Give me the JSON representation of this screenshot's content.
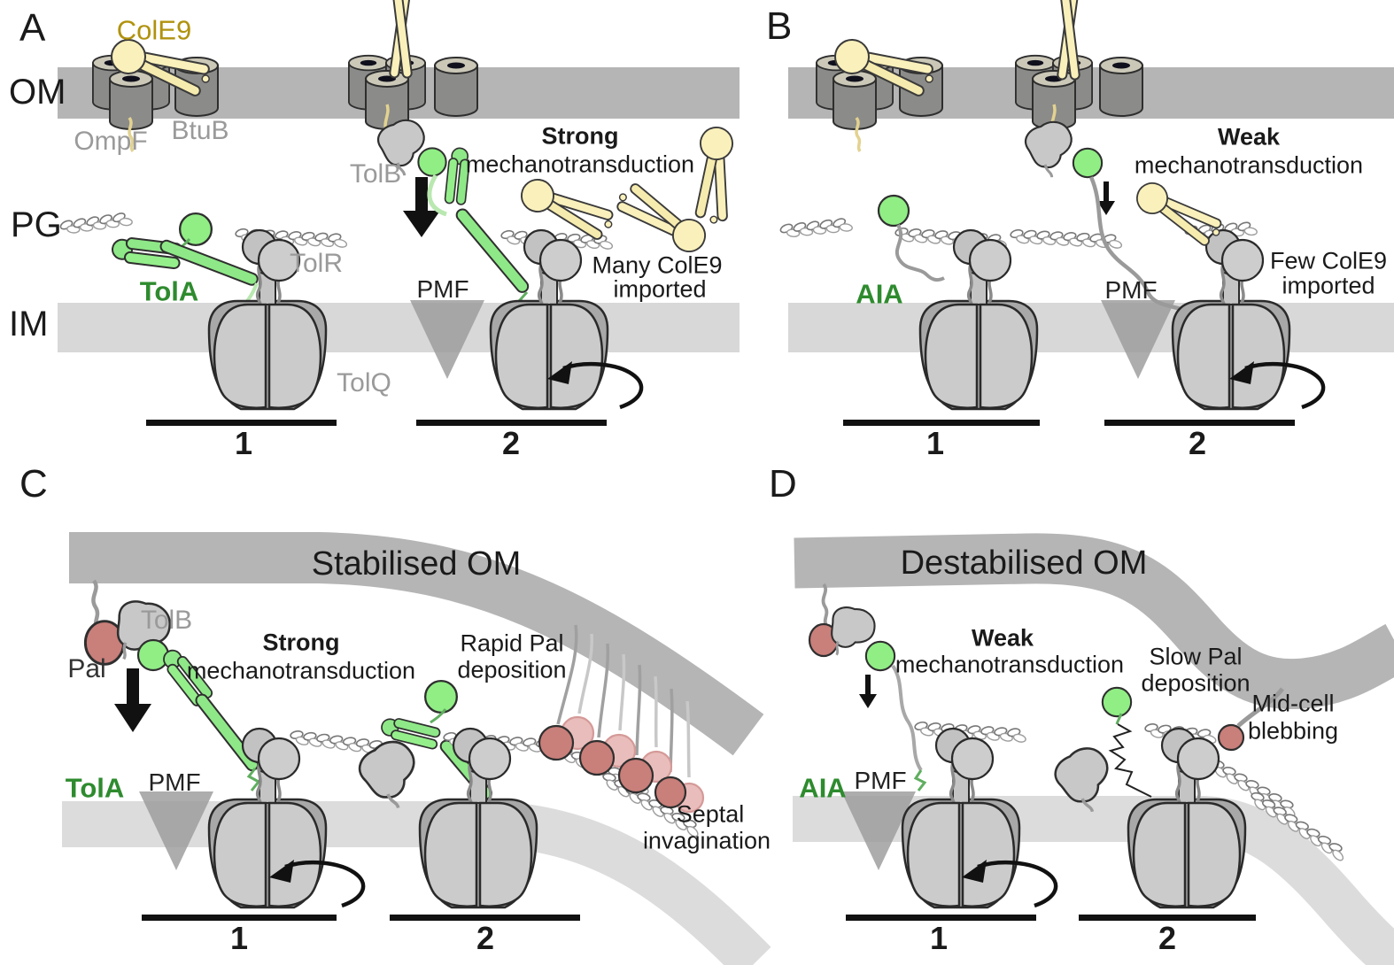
{
  "colors": {
    "om_band": "#b5b5b5",
    "im_band": "#d8d8d8",
    "porin_body": "#8b8b89",
    "porin_top": "#cbc8b8",
    "cole9_fill": "#faf0bb",
    "cole9_label": "#b0920e",
    "green_fill": "#90ee85",
    "green_label": "#2e8b2e",
    "gray_label": "#9a9a9a",
    "pal_red": "#c97f7a",
    "pal_pink": "#e9bdbb",
    "pmf_triangle": "#9b9b9b",
    "text": "#1a1a1a"
  },
  "panels": {
    "A": {
      "letter": "A",
      "membrane_labels": {
        "om": "OM",
        "pg": "PG",
        "im": "IM"
      },
      "molecule_labels": {
        "cole9": "ColE9",
        "ompf": "OmpF",
        "btub": "BtuB",
        "tolb": "TolB",
        "tola": "TolA",
        "tolr": "TolR",
        "tolq": "TolQ"
      },
      "pmf": "PMF",
      "strength": "Strong",
      "mechano": "mechanotransduction",
      "import_line1": "Many ColE9",
      "import_line2": "imported",
      "step1": "1",
      "step2": "2"
    },
    "B": {
      "letter": "B",
      "aia": "AIA",
      "pmf": "PMF",
      "strength": "Weak",
      "mechano": "mechanotransduction",
      "import_line1": "Few ColE9",
      "import_line2": "imported",
      "step1": "1",
      "step2": "2"
    },
    "C": {
      "letter": "C",
      "om_title": "Stabilised OM",
      "tolb": "TolB",
      "pal": "Pal",
      "tola": "TolA",
      "pmf": "PMF",
      "strength": "Strong",
      "mechano": "mechanotransduction",
      "deposition_line1": "Rapid Pal",
      "deposition_line2": "deposition",
      "outcome_line1": "Septal",
      "outcome_line2": "invagination",
      "step1": "1",
      "step2": "2"
    },
    "D": {
      "letter": "D",
      "om_title": "Destabilised OM",
      "aia": "AIA",
      "pmf": "PMF",
      "strength": "Weak",
      "mechano": "mechanotransduction",
      "deposition_line1": "Slow Pal",
      "deposition_line2": "deposition",
      "outcome_line1": "Mid-cell",
      "outcome_line2": "blebbing",
      "step1": "1",
      "step2": "2"
    }
  }
}
